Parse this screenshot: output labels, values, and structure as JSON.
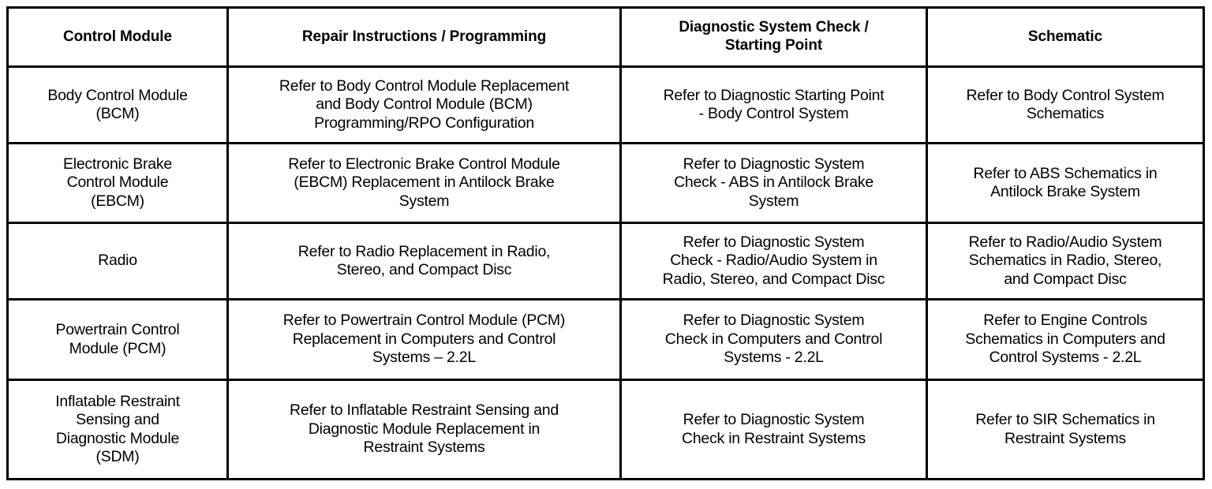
{
  "table": {
    "headers": [
      "Control Module",
      "Repair Instructions / Programming",
      "Diagnostic System Check /\nStarting Point",
      "Schematic"
    ],
    "rows": [
      {
        "module": "Body Control Module\n(BCM)",
        "repair": "Refer to Body Control Module Replacement\nand Body Control Module (BCM)\nProgramming/RPO Configuration",
        "diagnostic": "Refer to Diagnostic Starting Point\n- Body Control System",
        "schematic": "Refer to Body Control System\nSchematics"
      },
      {
        "module": "Electronic Brake\nControl Module\n(EBCM)",
        "repair": "Refer to Electronic Brake Control Module\n(EBCM) Replacement in Antilock Brake\nSystem",
        "diagnostic": "Refer to Diagnostic System\nCheck - ABS in Antilock Brake\nSystem",
        "schematic": "Refer to ABS Schematics in\nAntilock Brake System"
      },
      {
        "module": "Radio",
        "repair": "Refer to Radio Replacement in Radio,\nStereo, and Compact Disc",
        "diagnostic": "Refer to Diagnostic System\nCheck - Radio/Audio System in\nRadio, Stereo, and Compact Disc",
        "schematic": "Refer to Radio/Audio System\nSchematics in Radio, Stereo,\nand Compact Disc"
      },
      {
        "module": "Powertrain Control\nModule (PCM)",
        "repair": "Refer to Powertrain Control Module (PCM)\nReplacement in Computers and Control\nSystems – 2.2L",
        "diagnostic": "Refer to Diagnostic System\nCheck in Computers and Control\nSystems - 2.2L",
        "schematic": "Refer to Engine Controls\nSchematics in Computers and\nControl Systems - 2.2L"
      },
      {
        "module": "Inflatable Restraint\nSensing and\nDiagnostic Module\n(SDM)",
        "repair": "Refer to Inflatable Restraint Sensing and\nDiagnostic Module Replacement in\nRestraint Systems",
        "diagnostic": "Refer to Diagnostic System\nCheck  in Restraint Systems",
        "schematic": "Refer to SIR Schematics in\nRestraint Systems"
      }
    ]
  },
  "colors": {
    "border": "#000000",
    "text": "#000000",
    "background": "#ffffff"
  }
}
